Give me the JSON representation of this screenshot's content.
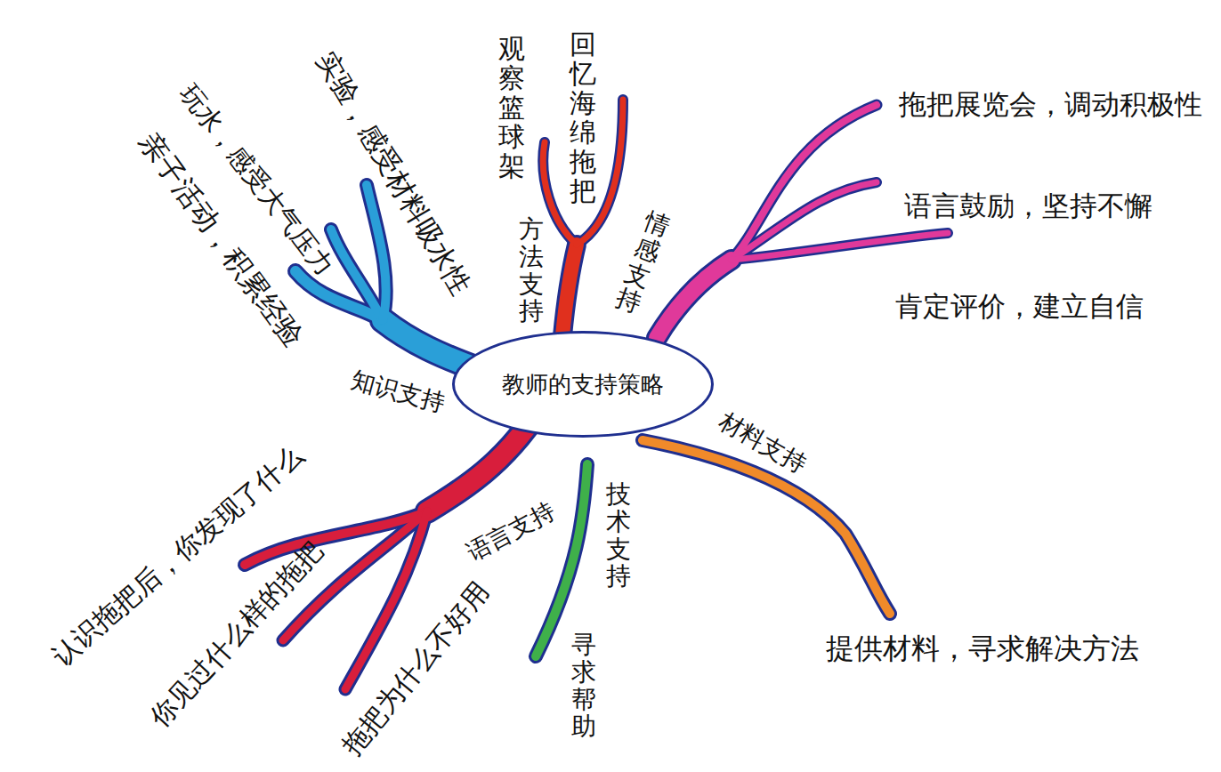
{
  "diagram": {
    "nodes": [
      {
        "text": [
          "教师的支持策略"
        ]
      }
    ],
    "labels": [
      "观察篮球架",
      "回忆海绵拖把",
      "方法支持",
      "实验，感受材料吸水性",
      "玩水，感受大气压力",
      "亲子活动，积累经验",
      "知识支持",
      "情感支持",
      "拖把展览会，调动积极性",
      "语言鼓励，坚持不懈",
      "肯定评价，建立自信",
      "材料支持",
      "提供材料，寻求解决方法",
      "技术支持",
      "寻求帮助",
      "语言支持",
      "认识拖把后，你发现了什么",
      "你见过什么样的拖把",
      "拖把为什么不好用"
    ]
  }
}
